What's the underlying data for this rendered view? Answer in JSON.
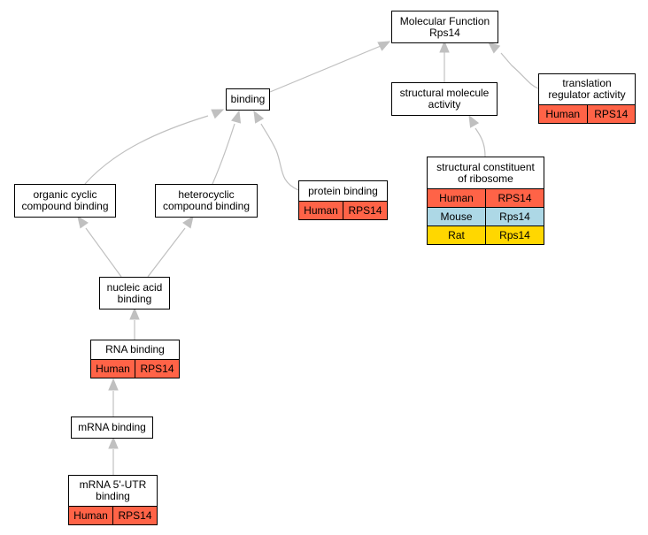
{
  "colors": {
    "edge": "#c0c0c0",
    "human": "#ff6347",
    "mouse": "#add8e6",
    "rat": "#ffd700"
  },
  "nodes": {
    "mf": {
      "label": "Molecular Function\nRps14",
      "annotations": []
    },
    "binding": {
      "label": "binding",
      "annotations": []
    },
    "sma": {
      "label": "structural molecule\nactivity",
      "annotations": []
    },
    "tra": {
      "label": "translation\nregulator activity",
      "annotations": [
        {
          "species": "Human",
          "gene": "RPS14",
          "color": "human"
        }
      ]
    },
    "scr": {
      "label": "structural constituent\nof ribosome",
      "annotations": [
        {
          "species": "Human",
          "gene": "RPS14",
          "color": "human"
        },
        {
          "species": "Mouse",
          "gene": "Rps14",
          "color": "mouse"
        },
        {
          "species": "Rat",
          "gene": "Rps14",
          "color": "rat"
        }
      ]
    },
    "occb": {
      "label": "organic cyclic\ncompound binding",
      "annotations": []
    },
    "hcb": {
      "label": "heterocyclic\ncompound binding",
      "annotations": []
    },
    "pb": {
      "label": "protein binding",
      "annotations": [
        {
          "species": "Human",
          "gene": "RPS14",
          "color": "human"
        }
      ]
    },
    "nab": {
      "label": "nucleic acid\nbinding",
      "annotations": []
    },
    "rnab": {
      "label": "RNA binding",
      "annotations": [
        {
          "species": "Human",
          "gene": "RPS14",
          "color": "human"
        }
      ]
    },
    "mrnab": {
      "label": "mRNA binding",
      "annotations": []
    },
    "utr": {
      "label": "mRNA 5'-UTR\nbinding",
      "annotations": [
        {
          "species": "Human",
          "gene": "RPS14",
          "color": "human"
        }
      ]
    }
  }
}
